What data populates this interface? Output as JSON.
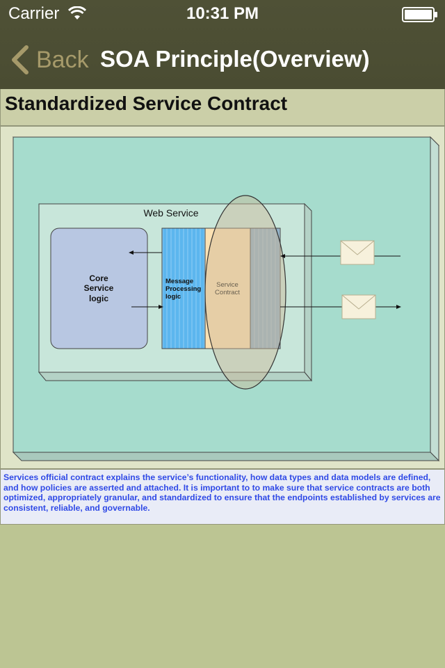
{
  "status_bar": {
    "carrier": "Carrier",
    "time": "10:31 PM"
  },
  "nav": {
    "back_label": "Back",
    "title": "SOA Principle(Overview)"
  },
  "section": {
    "title": "Standardized Service Contract"
  },
  "diagram": {
    "web_service_label": "Web Service",
    "core_label": [
      "Core",
      "Service",
      "logic"
    ],
    "message_label": [
      "Message",
      "Processing",
      "logic"
    ],
    "contract_label": [
      "Service",
      "Contract"
    ]
  },
  "description": "Services official contract explains the service’s functionality, how data types and data models are defined, and how policies are asserted and attached. It is important to to make sure that service contracts are both optimized, appropriately granular, and standardized to ensure that the endpoints established by services are consistent, reliable, and governable.",
  "icons": {
    "wifi": "wifi-icon",
    "battery": "battery-icon",
    "back": "chevron-left-icon",
    "envelope": "envelope-icon"
  },
  "colors": {
    "nav_bg": "#4f5136",
    "back_text": "#a69a6a",
    "title_bar_bg": "#cbcfa8",
    "page_bg": "#bcc593",
    "diagram_bg": "#a6dccd",
    "description_text": "#2f49e6"
  }
}
